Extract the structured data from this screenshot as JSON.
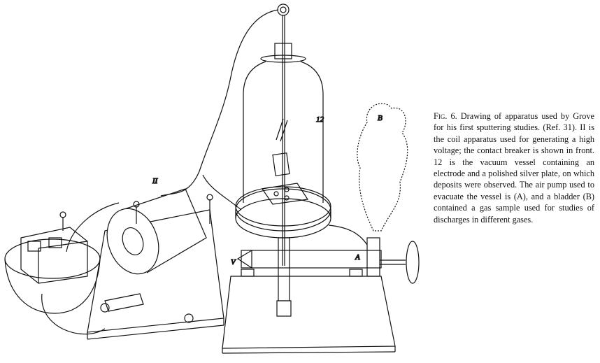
{
  "figure": {
    "labels": {
      "coil": "II",
      "vessel": "12",
      "bladder": "B",
      "pump": "A",
      "valve": "V"
    }
  },
  "caption": {
    "fig_label": "Fig. 6.",
    "text": "Drawing of apparatus used by Grove for his first sputtering studies. (Ref. 31). II is the coil apparatus used for generating a high voltage; the contact breaker is shown in front. 12 is the vacuum vessel containing an electrode and a polished silver plate, on which deposits were observed. The air pump used to evacuate the vessel is (A), and a bladder (B) contained a gas sample used for studies of discharges in different gases."
  }
}
